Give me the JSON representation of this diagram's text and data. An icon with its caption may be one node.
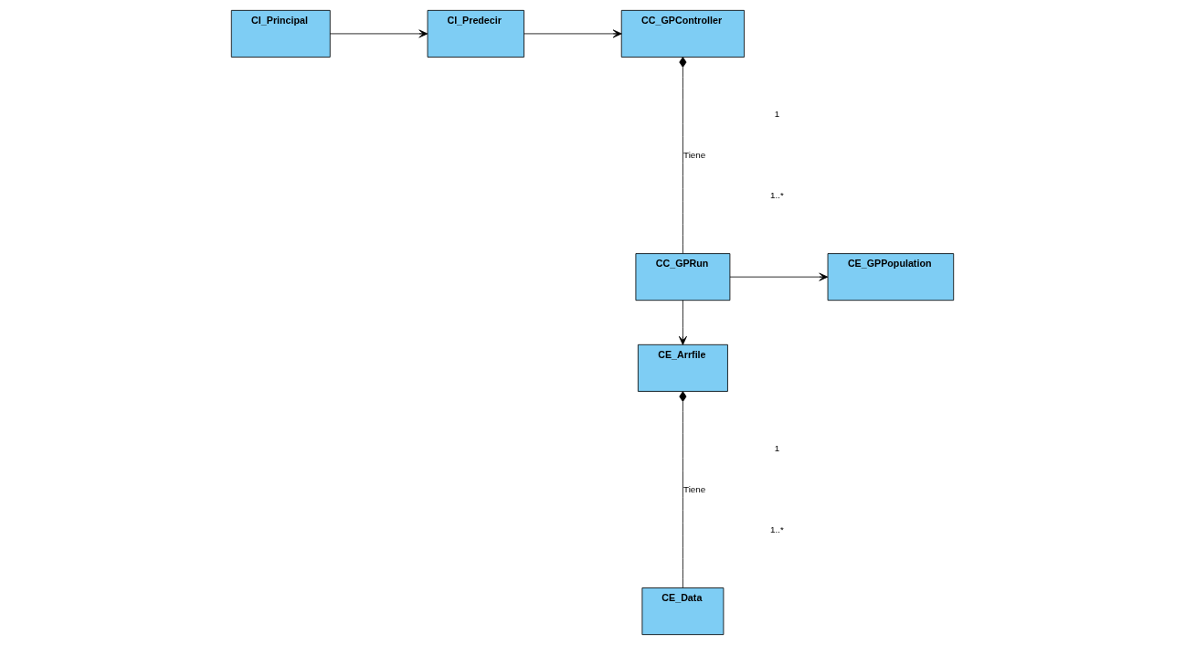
{
  "diagram": {
    "nodes": [
      {
        "text": [
          "CI_Principal"
        ]
      },
      {
        "text": [
          "CI_Predecir"
        ]
      },
      {
        "text": [
          "CC_GPController"
        ]
      },
      {
        "text": [
          "CC_GPRun"
        ]
      },
      {
        "text": [
          "CE_GPPopulation"
        ]
      },
      {
        "text": [
          "CE_Arrfile"
        ]
      },
      {
        "text": [
          "CE_Data"
        ]
      }
    ],
    "edges": [
      {
        "from": 0,
        "to": 1,
        "arrow": "to"
      },
      {
        "from": 1,
        "to": 2,
        "arrow": "to"
      },
      {
        "from": 2,
        "to": 3,
        "arrow": "other",
        "label": "Tiene"
      },
      {
        "from": 3,
        "to": 4,
        "arrow": "to"
      },
      {
        "from": 3,
        "to": 5,
        "arrow": "to"
      },
      {
        "from": 5,
        "to": 6,
        "arrow": "other",
        "label": "Tiene"
      }
    ],
    "labels": [
      "1",
      "1..*",
      "1",
      "1..*"
    ]
  }
}
